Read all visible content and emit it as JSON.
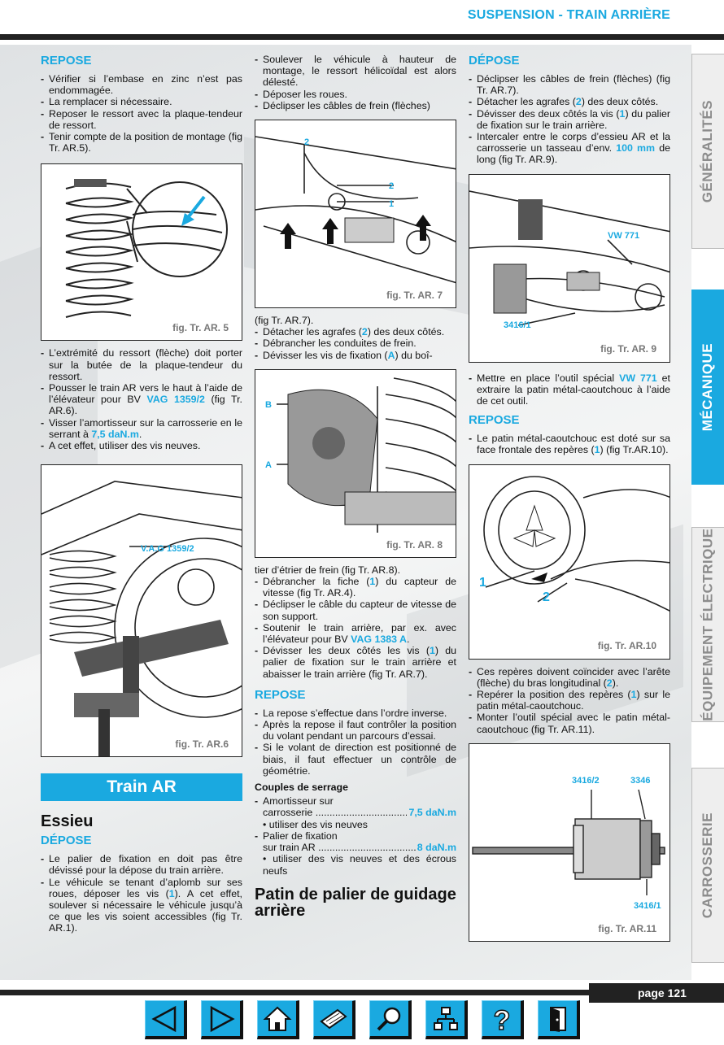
{
  "header": {
    "title": "SUSPENSION - TRAIN ARRIÈRE"
  },
  "col1": {
    "repose_heading": "REPOSE",
    "repose_items": [
      "Vérifier si l’embase en zinc n’est pas endommagée.",
      "La remplacer si nécessaire.",
      "Reposer le ressort avec la plaque-tendeur de ressort.",
      "Tenir compte de la position de montage (fig Tr. AR.5)."
    ],
    "fig5_caption": "fig. Tr. AR. 5",
    "items2_0": "L’extrémité du ressort (flèche) doit porter sur la butée de la plaque-tendeur du ressort.",
    "items2_1_pre": "Pousser le train AR vers le haut à l’aide de l’élévateur pour BV ",
    "items2_1_tool": "VAG 1359/2",
    "items2_1_post": " (fig Tr. AR.6).",
    "items2_2_pre": "Visser l’amortisseur sur la carrosserie en le serrant à ",
    "items2_2_torque": "7,5 daN.m",
    "items2_2_post": ".",
    "items2_3": "A cet effet, utiliser des vis neuves.",
    "fig6_label": "V.A.G 1359/2",
    "fig6_caption": "fig. Tr. AR.6",
    "banner": "Train AR",
    "essieu_heading": "Essieu",
    "depose_heading": "DÉPOSE",
    "depose_0": "Le palier de fixation en doit pas être dévissé pour la dépose du train arrière.",
    "depose_1_pre": "Le véhicule se tenant d’aplomb sur ses roues, déposer les vis (",
    "depose_1_num": "1",
    "depose_1_post": "). A cet effet, soulever si nécessaire le véhicule jusqu’à ce que les vis soient accessibles (fig Tr. AR.1)."
  },
  "col2": {
    "top_items": [
      "Soulever le véhicule à hauteur de montage, le ressort hélicoïdal est alors délesté.",
      "Déposer les roues.",
      "Déclipser les câbles de frein (flèches)"
    ],
    "fig7_labels": [
      "2",
      "2",
      "1"
    ],
    "fig7_caption": "fig. Tr. AR. 7",
    "cont_fig7": "(fig Tr. AR.7).",
    "agrafes_pre": "Détacher les agrafes (",
    "agrafes_num": "2",
    "agrafes_post": ") des deux côtés.",
    "conduites": "Débrancher les conduites de frein.",
    "devisser_pre": "Dévisser les vis de fixation (",
    "devisser_letter": "A",
    "devisser_post": ") du boî-",
    "fig8_labels": [
      "B",
      "A"
    ],
    "fig8_caption": "fig. Tr. AR. 8",
    "cont_fig8": "tier d’étrier de frein (fig Tr. AR.8).",
    "fiche_pre": "Débrancher la fiche (",
    "fiche_num": "1",
    "fiche_post": ") du capteur de vitesse (fig Tr. AR.4).",
    "capteur": "Déclipser le câble du capteur de vitesse de son support.",
    "soutenir_pre": "Soutenir le train arrière, par ex. avec l’élévateur pour BV ",
    "soutenir_tool": "VAG 1383 A",
    "soutenir_post": ".",
    "devisser2_pre": "Dévisser les deux côtés les vis (",
    "devisser2_num": "1",
    "devisser2_post": ") du palier de fixation sur le train arrière et abaisser le train arrière (fig Tr. AR.7).",
    "repose_heading": "REPOSE",
    "repose_items": [
      "La repose s’effectue dans l’ordre inverse.",
      "Après la repose il faut contrôler la position du volant pendant un parcours d’essai.",
      "Si le volant de direction est positionné de biais, il faut effectuer un contrôle de géométrie."
    ],
    "couples_heading": "Couples de serrage",
    "torque1_title": "Amortisseur sur",
    "torque1_label": "carrosserie",
    "torque1_value": "7,5 daN.m",
    "torque1_note": "• utiliser des vis neuves",
    "torque2_title": "Palier de fixation",
    "torque2_label": "sur train AR",
    "torque2_value": "8 daN.m",
    "torque2_note": "• utiliser des vis neuves et des écrous neufs",
    "patin_heading": "Patin de palier de guidage arrière"
  },
  "col3": {
    "depose_heading": "DÉPOSE",
    "d0": "Déclipser les câbles de frein (flèches) (fig Tr. AR.7).",
    "d1_pre": "Détacher les agrafes (",
    "d1_num": "2",
    "d1_post": ") des deux côtés.",
    "d2_pre": "Dévisser des deux côtés la vis (",
    "d2_num": "1",
    "d2_post": ") du palier de fixation sur le train arrière.",
    "d3_pre": "Intercaler entre le corps d’essieu AR et la carrosserie un tasseau d’env. ",
    "d3_val": "100 mm",
    "d3_post": " de long (fig Tr. AR.9).",
    "fig9_labels": [
      "VW 771",
      "3416/1"
    ],
    "fig9_caption": "fig. Tr. AR. 9",
    "m0_pre": "Mettre en place l’outil spécial ",
    "m0_tool": "VW 771",
    "m0_post": " et extraire la patin métal-caoutchouc à l’aide de cet outil.",
    "repose_heading": "REPOSE",
    "r0_pre": "Le patin métal-caoutchouc est doté sur sa face frontale des repères (",
    "r0_num": "1",
    "r0_post": ") (fig Tr.AR.10).",
    "fig10_labels": [
      "1",
      "2"
    ],
    "fig10_caption": "fig. Tr. AR.10",
    "c0_pre": "Ces repères doivent coïncider avec l’arête (flèche) du bras longitudinal (",
    "c0_num": "2",
    "c0_post": ").",
    "c1_pre": "Repérer la position des repères (",
    "c1_num": "1",
    "c1_post": ") sur le patin métal-caoutchouc.",
    "c2": "Monter l’outil spécial avec le patin métal-caoutchouc (fig Tr. AR.11).",
    "fig11_labels": [
      "3416/2",
      "3346",
      "3416/1"
    ],
    "fig11_caption": "fig. Tr. AR.11"
  },
  "tabs": [
    {
      "label": "GÉNÉRALITÉS",
      "active": false
    },
    {
      "label": "MÉCANIQUE",
      "active": true
    },
    {
      "label": "ÉQUIPEMENT ÉLECTRIQUE",
      "active": false
    },
    {
      "label": "CARROSSERIE",
      "active": false
    }
  ],
  "footer": {
    "page_label": "page 121"
  },
  "nav_icons": [
    "previous-icon",
    "next-icon",
    "home-icon",
    "print-icon",
    "search-icon",
    "contents-icon",
    "help-icon",
    "exit-icon"
  ],
  "colors": {
    "accent": "#1aa9e0",
    "dark": "#222222",
    "tab_inactive": "#eeeeee"
  }
}
